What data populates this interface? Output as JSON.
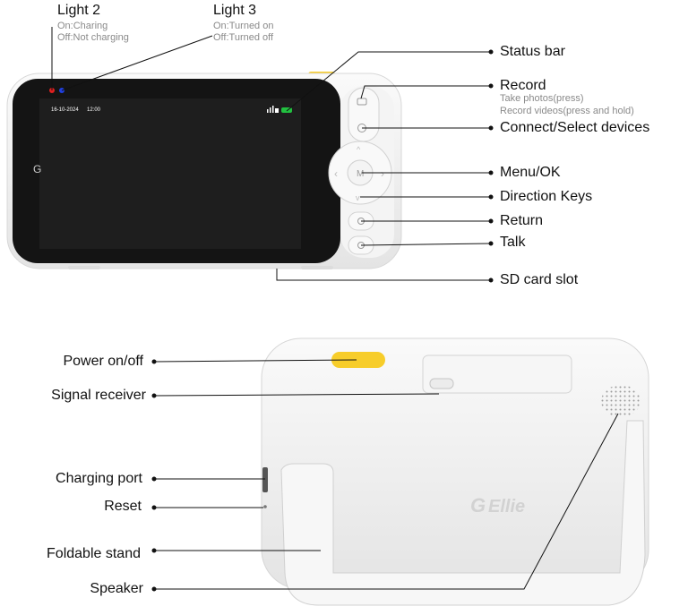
{
  "front": {
    "light2": {
      "title": "Light 2",
      "on": "On:Charing",
      "off": "Off:Not charging"
    },
    "light3": {
      "title": "Light 3",
      "on": "On:Turned on",
      "off": "Off:Turned off"
    },
    "screen_date": "16-10-2024",
    "screen_time": "12:00",
    "labels": {
      "status_bar": "Status bar",
      "record": "Record",
      "record_note1": "Take photos(press)",
      "record_note2": "Record videos(press and hold)",
      "connect": "Connect/Select devices",
      "menu_ok": "Menu/OK",
      "direction": "Direction Keys",
      "return": "Return",
      "talk": "Talk",
      "sd_card": "SD card slot"
    }
  },
  "back": {
    "brand": "Ellie",
    "labels": {
      "power": "Power on/off",
      "signal": "Signal receiver",
      "charging": "Charging port",
      "reset": "Reset",
      "stand": "Foldable stand",
      "speaker": "Speaker"
    }
  },
  "colors": {
    "body": "#f3f3f3",
    "screen": "#1c1c1c",
    "accent_yellow": "#f7cd2a",
    "led_red": "#e02020",
    "led_blue": "#2040e0",
    "battery_green": "#22c040"
  }
}
